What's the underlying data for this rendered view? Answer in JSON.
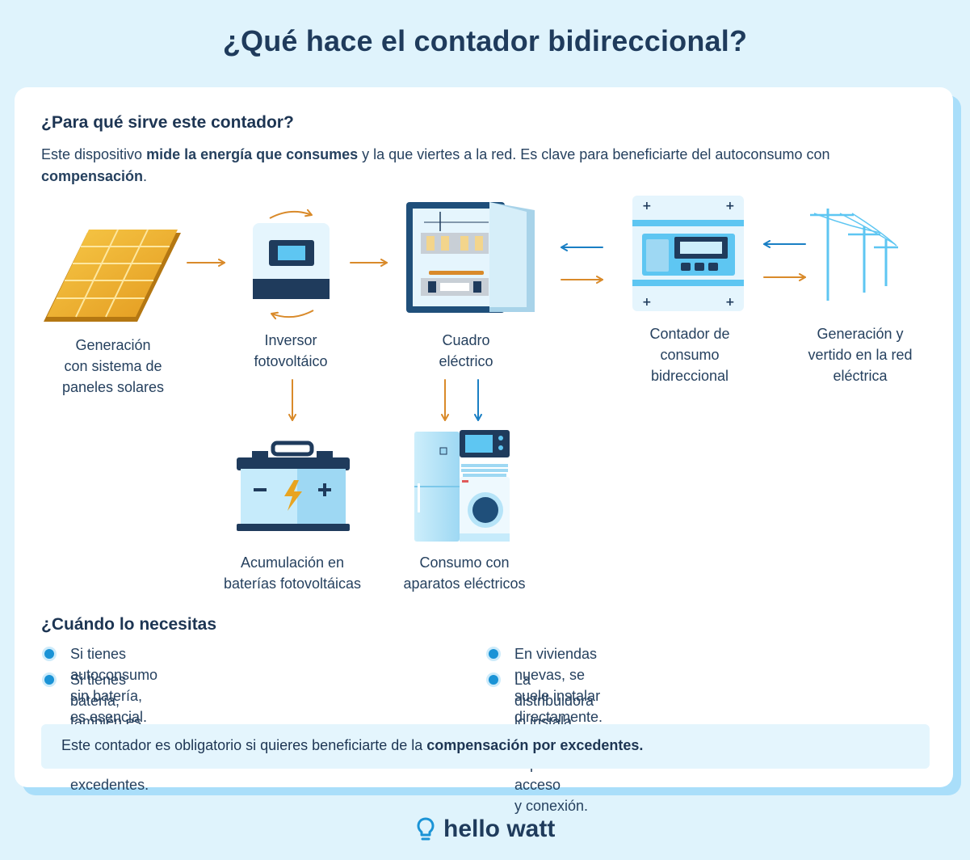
{
  "title": "¿Qué hace el contador bidireccional?",
  "section1": {
    "heading": "¿Para qué sirve este contador?",
    "intro_1": "Este dispositivo ",
    "intro_bold_1": "mide la energía que consumes",
    "intro_2": " y la que viertes a la red. Es clave para beneficiarte del autoconsumo con ",
    "intro_bold_2": "compensación",
    "intro_3": "."
  },
  "diagram": {
    "solar": [
      "Generación",
      "con sistema de",
      "paneles solares"
    ],
    "inverter": [
      "Inversor",
      "fotovoltáico"
    ],
    "panel": [
      "Cuadro",
      "eléctrico"
    ],
    "meter": [
      "Contador de",
      "consumo",
      "bidreccional"
    ],
    "grid": [
      "Generación y",
      "vertido en la red",
      "eléctrica"
    ],
    "battery": [
      "Acumulación en",
      "baterías fotovoltáicas"
    ],
    "appliances": [
      "Consumo con",
      "aparatos eléctricos"
    ]
  },
  "section2": {
    "heading": "¿Cuándo lo necesitas",
    "left": [
      [
        "Si tienes autoconsumo sin batería, es esencial."
      ],
      [
        "Si tienes batería, también es útil para controlar",
        "excedentes."
      ]
    ],
    "right": [
      [
        "En viviendas nuevas, se suele instalar directamente."
      ],
      [
        "La distribuidora lo instala tras solicitar el punto de acceso",
        "y conexión."
      ]
    ]
  },
  "note": {
    "text": "Este contador es obligatorio si quieres beneficiarte de la ",
    "bold": "compensación por excedentes."
  },
  "brand": {
    "name": "hello watt"
  },
  "colors": {
    "orange": "#d98a2a",
    "blue": "#1a7fc4",
    "navy": "#1f3b5c",
    "light_blue": "#a9defa"
  }
}
